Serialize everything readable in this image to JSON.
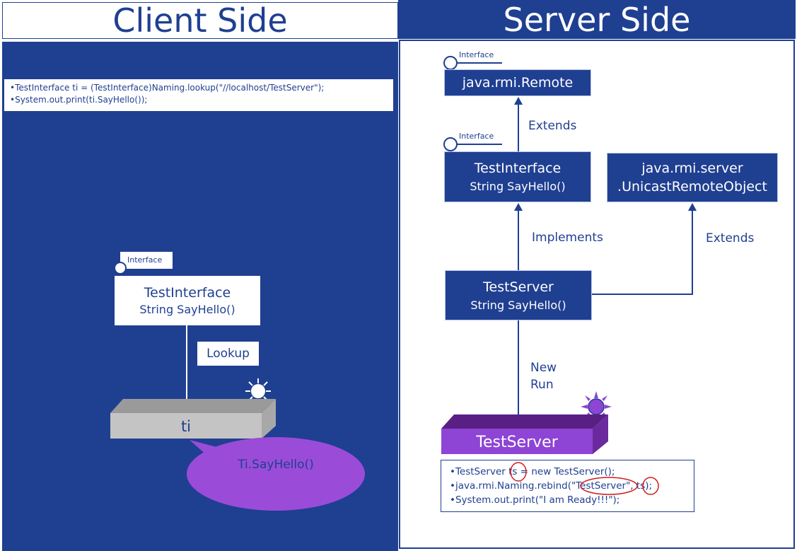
{
  "client": {
    "title": "Client Side",
    "code_lines": [
      "•TestInterface ti = (TestInterface)Naming.lookup(\"//localhost/TestServer\");",
      "•System.out.print(ti.SayHello());"
    ],
    "interface_tag": "Interface",
    "interface_box": {
      "name": "TestInterface",
      "method": "String SayHello()"
    },
    "lookup_label": "Lookup",
    "stub_label": "ti",
    "bubble_text": "Ti.SayHello()"
  },
  "server": {
    "title": "Server Side",
    "remote_tag": "Interface",
    "remote_box": "java.rmi.Remote",
    "extends_label_1": "Extends",
    "iface_tag": "Interface",
    "iface_box": {
      "name": "TestInterface",
      "method": "String SayHello()"
    },
    "unicast_box": {
      "line1": "java.rmi.server",
      "line2": ".UnicastRemoteObject"
    },
    "implements_label": "Implements",
    "extends_label_2": "Extends",
    "impl_box": {
      "name": "TestServer",
      "method": "String SayHello()"
    },
    "new_label": "New",
    "run_label": "Run",
    "object_label": "TestServer",
    "code_lines": [
      "•TestServer ts = new TestServer();",
      "•java.rmi.Naming.rebind(\"TestServer\", ts);",
      "•System.out.print(\"I am Ready!!!\");"
    ]
  },
  "colors": {
    "navy": "#1f3f91",
    "purple": "#8e44d4",
    "dark_purple": "#6a2a9e",
    "gray": "#c4c4c4"
  }
}
